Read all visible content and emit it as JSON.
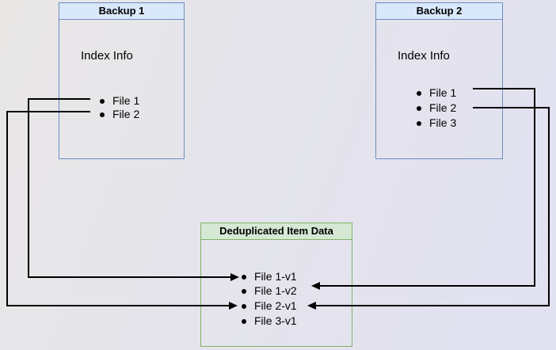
{
  "boxes": {
    "backup1": {
      "title": "Backup 1",
      "body_label": "Index Info",
      "items": [
        "File 1",
        "File 2"
      ]
    },
    "backup2": {
      "title": "Backup 2",
      "body_label": "Index Info",
      "items": [
        "File 1",
        "File 2",
        "File 3"
      ]
    },
    "dedup": {
      "title": "Deduplicated Item Data",
      "items": [
        "File 1-v1",
        "File 1-v2",
        "File 2-v1",
        "File 3-v1"
      ]
    }
  },
  "connections": [
    {
      "from": "Backup 1 / File 1",
      "to": "File 1-v1",
      "route": "left"
    },
    {
      "from": "Backup 1 / File 2",
      "to": "File 2-v1",
      "route": "left"
    },
    {
      "from": "Backup 2 / File 1",
      "to": "File 1-v2",
      "route": "right"
    },
    {
      "from": "Backup 2 / File 2",
      "to": "File 2-v1",
      "route": "right"
    }
  ],
  "colors": {
    "blue_border": "#6c8ebf",
    "blue_header_fill": "#dae8fc",
    "green_border": "#82b366",
    "green_header_fill": "#d5e8d4",
    "connector": "#000000"
  }
}
